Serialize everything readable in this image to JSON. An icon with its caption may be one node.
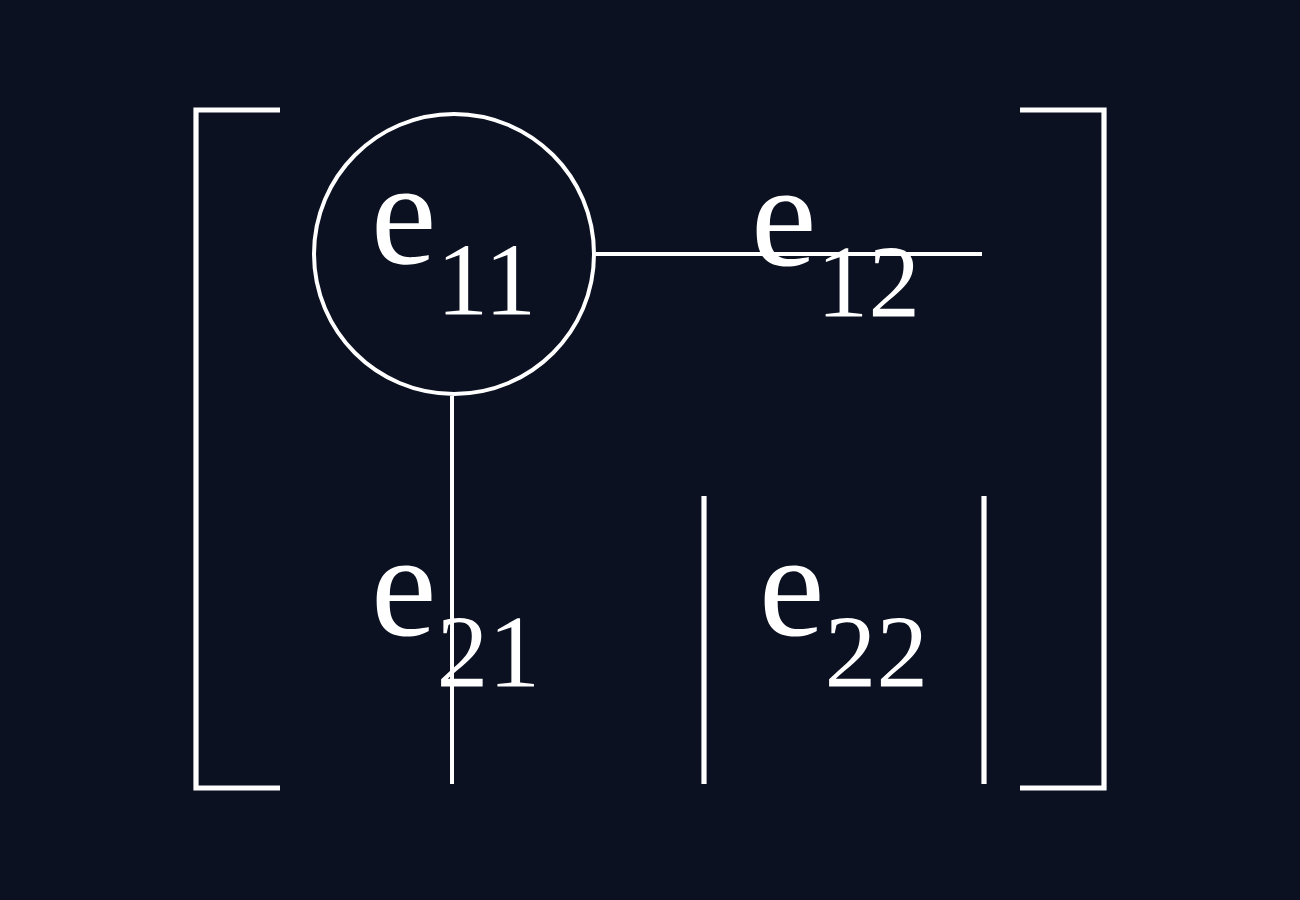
{
  "diagram": {
    "nodes": [
      {
        "text": [
          "e$_{11}$"
        ]
      }
    ],
    "labels": [
      "e$_{12}$",
      "e$_{21}$",
      "e$_{22}$"
    ]
  }
}
